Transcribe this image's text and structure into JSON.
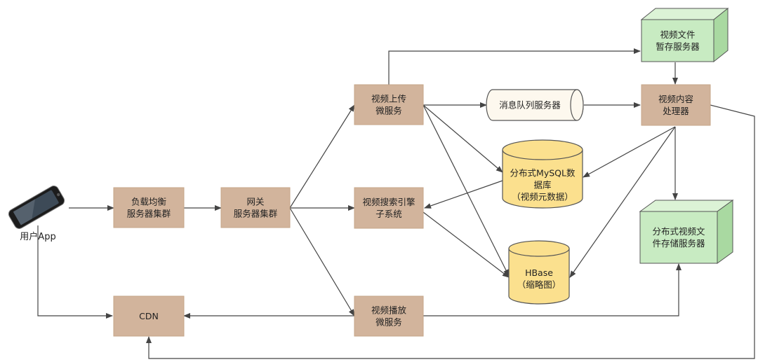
{
  "user_app": {
    "label": "用户App"
  },
  "nodes": {
    "load_balancer": {
      "lines": [
        "负载均衡",
        "服务器集群"
      ]
    },
    "gateway": {
      "lines": [
        "网关",
        "服务器集群"
      ]
    },
    "upload_service": {
      "lines": [
        "视频上传",
        "微服务"
      ]
    },
    "search_engine": {
      "lines": [
        "视频搜索引擎",
        "子系统"
      ]
    },
    "play_service": {
      "lines": [
        "视频播放",
        "微服务"
      ]
    },
    "cdn": {
      "lines": [
        "CDN"
      ]
    },
    "message_queue": {
      "lines": [
        "消息队列服务器"
      ]
    },
    "mysql": {
      "lines": [
        "分布式MySQL数",
        "据库",
        "（视频元数据）"
      ]
    },
    "hbase": {
      "lines": [
        "HBase",
        "（缩略图）"
      ]
    },
    "temp_storage": {
      "lines": [
        "视频文件",
        "暂存服务器"
      ]
    },
    "processor": {
      "lines": [
        "视频内容",
        "处理器"
      ]
    },
    "dist_storage": {
      "lines": [
        "分布式视频文",
        "件存储服务器"
      ]
    }
  },
  "colors": {
    "service_box": "#d2b49c",
    "storage_db": "#fbe08e",
    "queue_fill": "#fdf8ee",
    "server_cube": "#c8ebc2",
    "edge": "#444444"
  }
}
